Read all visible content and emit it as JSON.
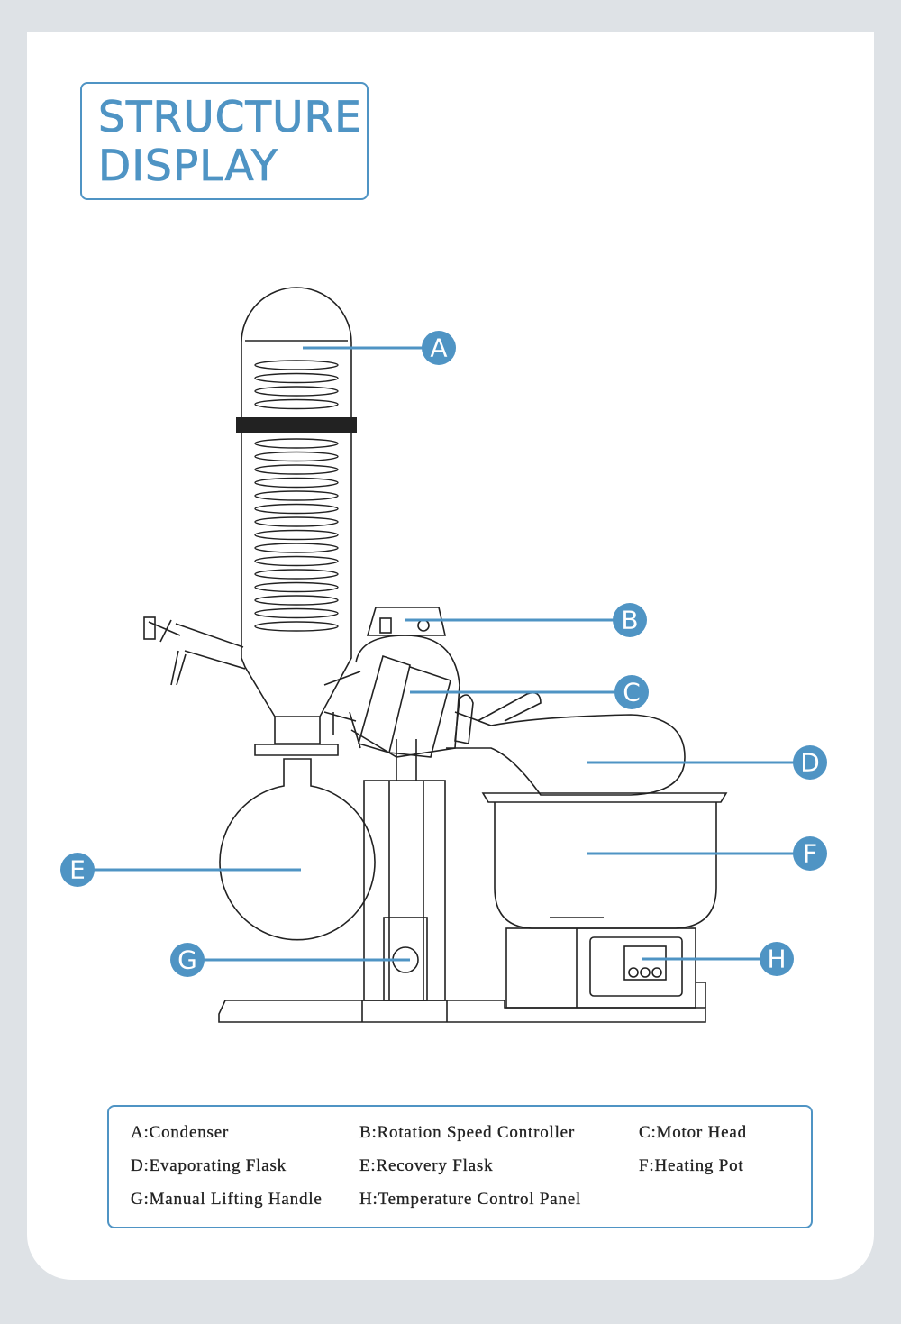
{
  "title": {
    "line1": "STRUCTURE",
    "line2": "DISPLAY"
  },
  "accent_color": "#4f94c4",
  "callouts": [
    "A",
    "B",
    "C",
    "D",
    "E",
    "F",
    "G",
    "H"
  ],
  "legend": [
    "A:Condenser",
    "B:Rotation Speed Controller",
    "C:Motor Head",
    "D:Evaporating Flask",
    "E:Recovery Flask",
    "F:Heating Pot",
    "G:Manual Lifting Handle",
    "H:Temperature Control Panel"
  ]
}
